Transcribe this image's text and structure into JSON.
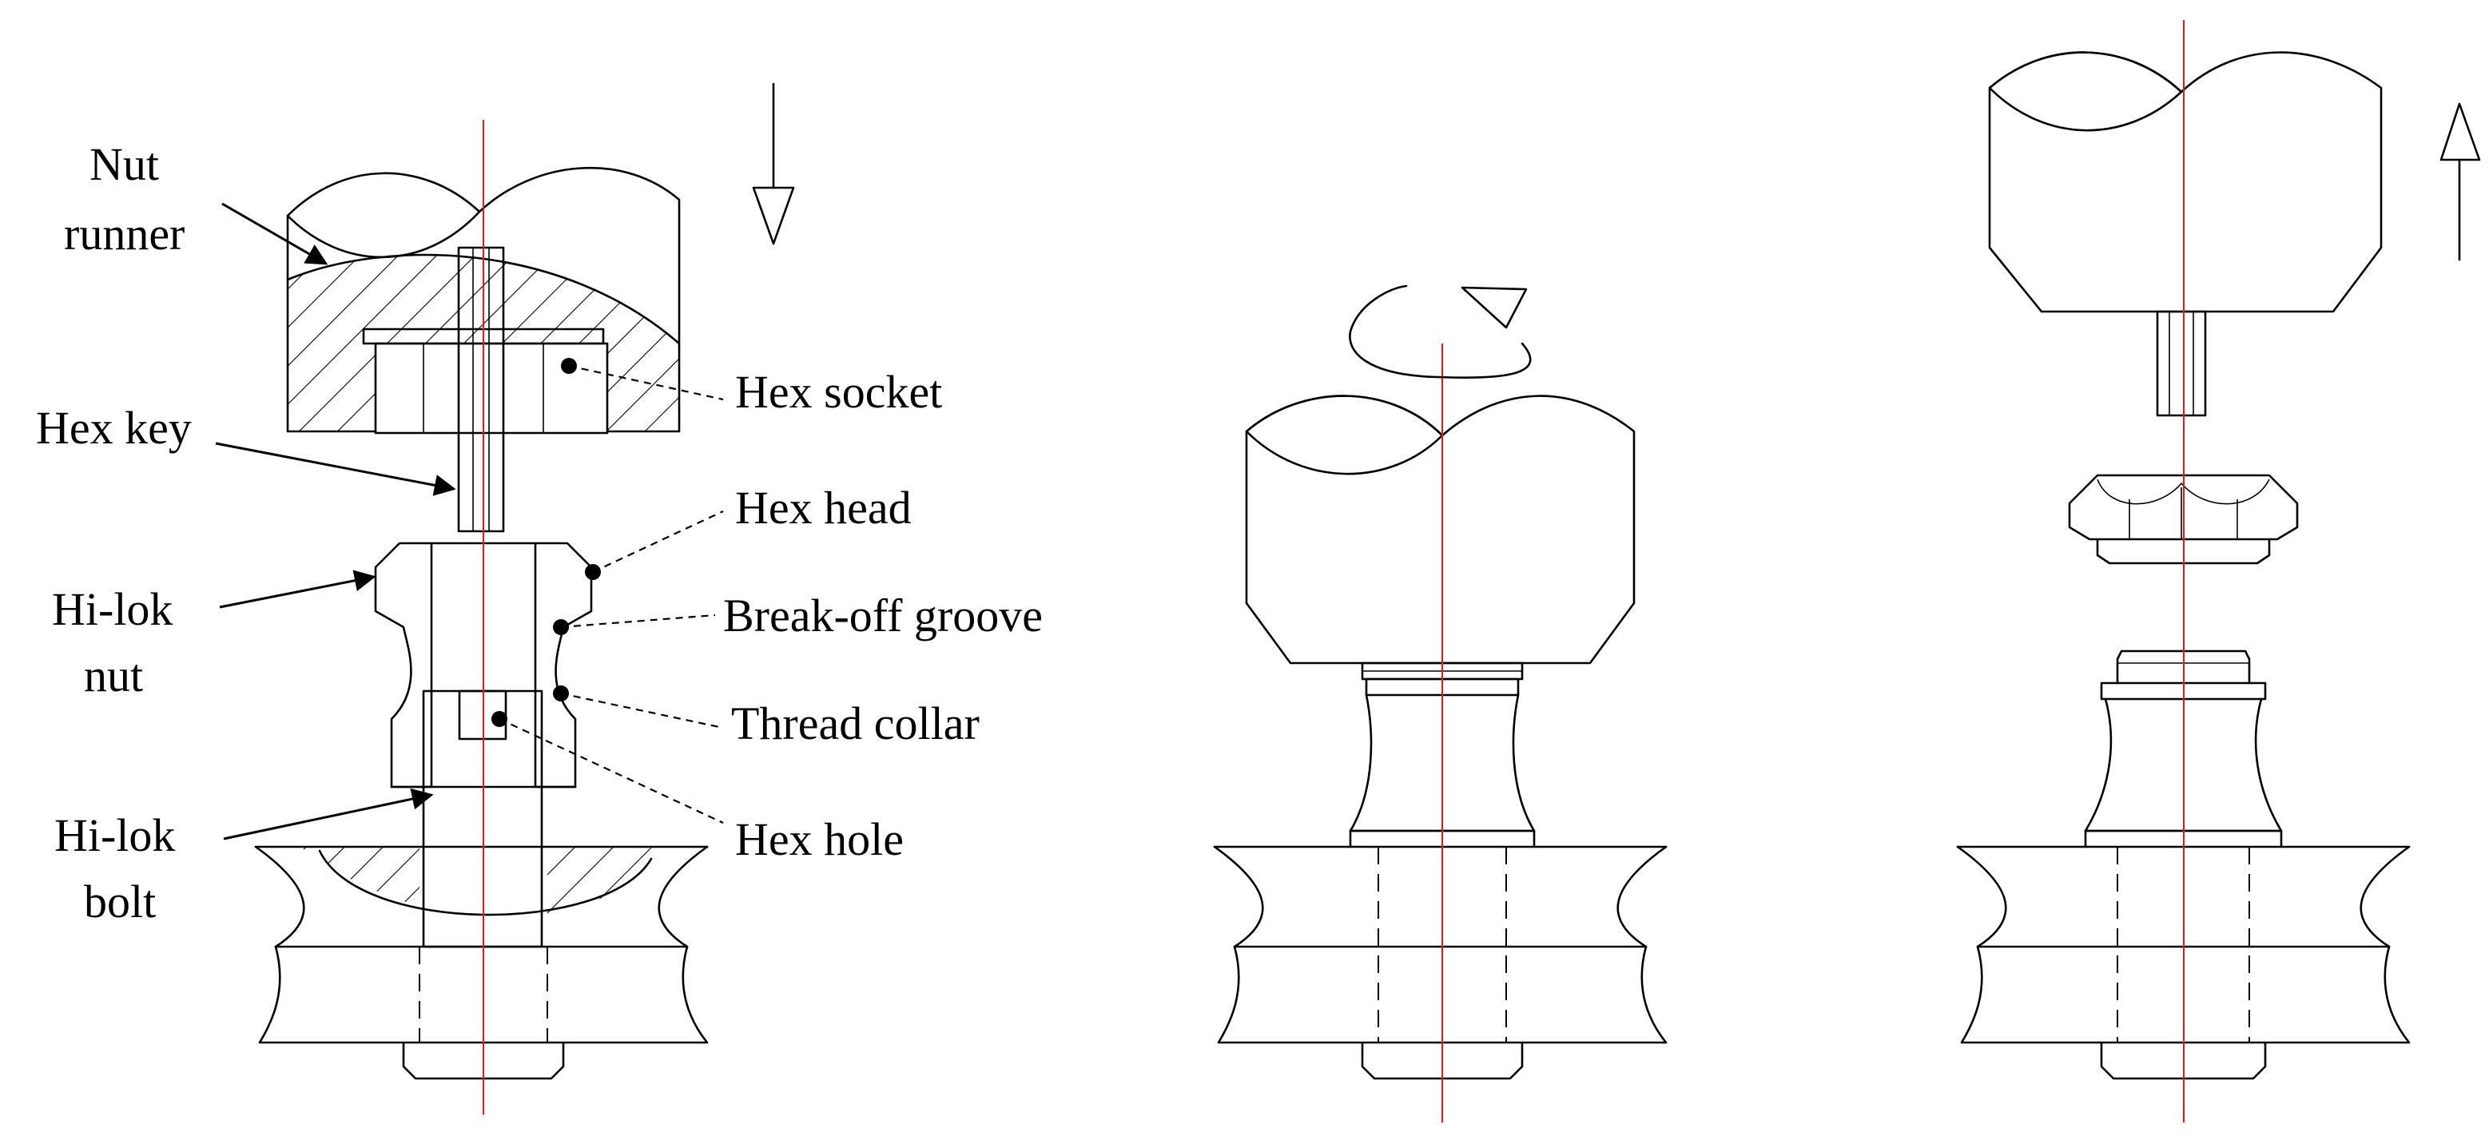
{
  "labels": {
    "nut_runner_line1": "Nut",
    "nut_runner_line2": "runner",
    "hex_key": "Hex key",
    "hilok_nut_line1": "Hi-lok",
    "hilok_nut_line2": "nut",
    "hilok_bolt_line1": "Hi-lok",
    "hilok_bolt_line2": "bolt",
    "hex_socket": "Hex socket",
    "hex_head": "Hex head",
    "break_off_groove": "Break-off groove",
    "thread_collar": "Thread collar",
    "hex_hole": "Hex hole"
  },
  "colors": {
    "line": "#000000",
    "axis": "#e8151b",
    "background": "#ffffff"
  },
  "icons": {
    "stage1_motion": "arrow-down-icon",
    "stage2_motion": "rotate-clockwise-icon",
    "stage3_motion": "arrow-up-icon"
  }
}
